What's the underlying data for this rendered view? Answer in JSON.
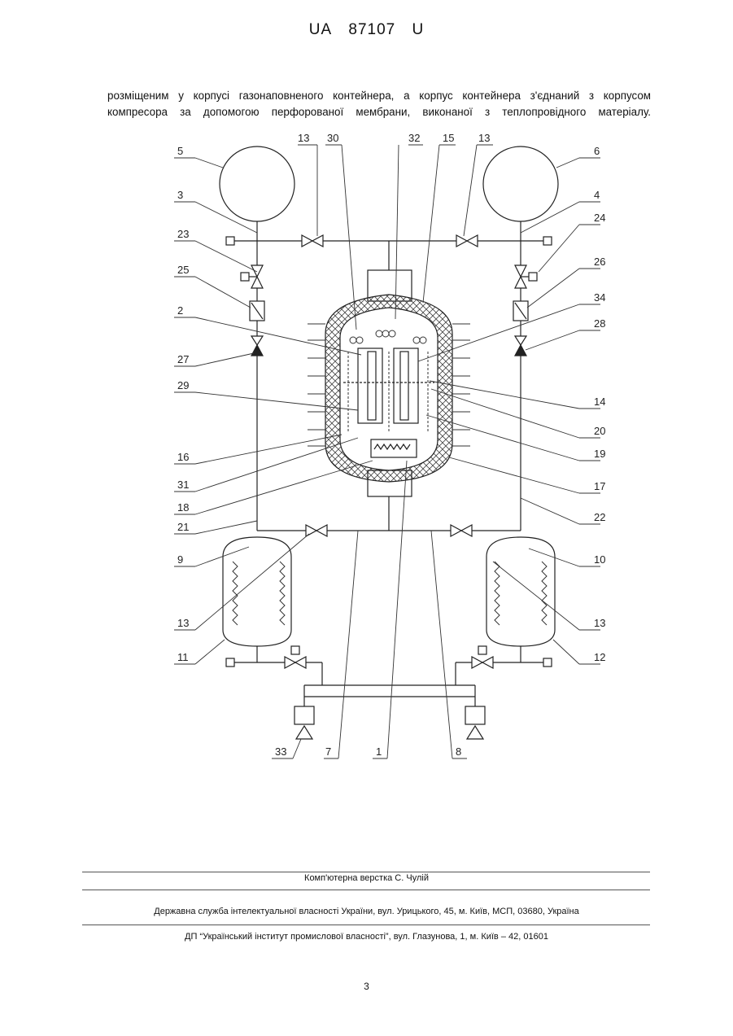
{
  "header": {
    "doc_prefix": "UA",
    "doc_number": "87107",
    "doc_kind": "U"
  },
  "paragraph": {
    "line1": "розміщеним у корпусі газонаповненого контейнера, а корпус контейнера з'єднаний з корпусом",
    "line2": "компресора за допомогою перфорованої мембрани, виконаної з теплопровідного матеріалу."
  },
  "figure": {
    "labels": [
      "5",
      "13",
      "30",
      "32",
      "15",
      "13",
      "6",
      "3",
      "4",
      "24",
      "23",
      "25",
      "26",
      "34",
      "2",
      "28",
      "27",
      "14",
      "29",
      "20",
      "16",
      "19",
      "31",
      "17",
      "18",
      "22",
      "21",
      "9",
      "10",
      "13",
      "13",
      "11",
      "12",
      "33",
      "7",
      "1",
      "8"
    ]
  },
  "footer": {
    "typesetting": "Комп'ютерна верстка С. Чулій",
    "office": "Державна служба інтелектуальної власності України, вул. Урицького, 45, м. Київ, МСП, 03680, Україна",
    "institute": "ДП “Український інститут промислової власності”, вул. Глазунова, 1, м. Київ – 42, 01601"
  },
  "page_number": "3"
}
